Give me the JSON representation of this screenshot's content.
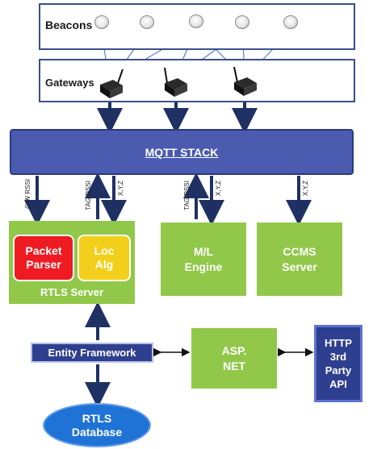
{
  "beacons_label": "Beacons",
  "gateways_label": "Gateways",
  "mqtt_label": "MQTT STACK",
  "links": {
    "gw_rssi": "G/W RSSI",
    "tag_rssi_1": "TAG RSSI",
    "xyz_1": "X,Y,Z",
    "tag_rssi_2": "TAG RSSI",
    "xyz_2": "X,Y,Z",
    "xyz_3": "X,Y,Z"
  },
  "rtls": {
    "packet_parser": "Packet\nParser",
    "loc_alg": "Loc\nAlg",
    "label": "RTLS Server"
  },
  "ml_engine": "M/L\nEngine",
  "ccms_server": "CCMS\nServer",
  "entity_framework": "Entity Framework",
  "asp_net": "ASP.\nNET",
  "http_api": "HTTP\n3rd\nParty\nAPI",
  "database": "RTLS\nDatabase",
  "colors": {
    "frame": "#3b4f8a",
    "mqtt": "#4b5bb0",
    "green": "#92c84a",
    "red": "#ee1b22",
    "yellow": "#f2cf1a",
    "navy_box": "#2f3f8f",
    "database": "#1f73d6",
    "arrow": "#1f3163"
  }
}
